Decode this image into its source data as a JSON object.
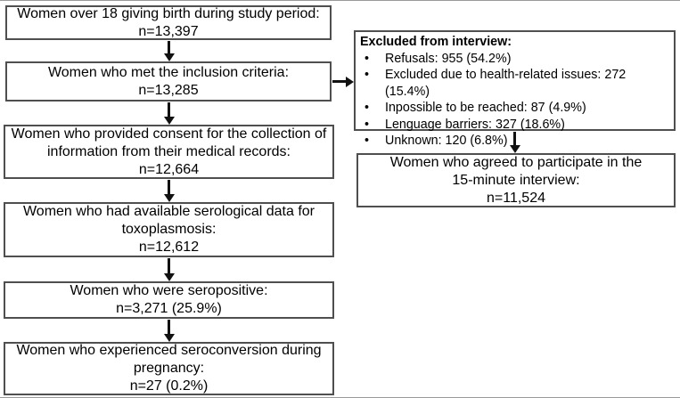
{
  "diagram": {
    "left_boxes": [
      {
        "id": "births",
        "lines": [
          "Women over 18 giving birth during study period:",
          "n=13,397"
        ]
      },
      {
        "id": "inclusion",
        "lines": [
          "Women who met the inclusion criteria:",
          "n=13,285"
        ]
      },
      {
        "id": "consent",
        "lines": [
          "Women who provided consent for the collection of",
          "information from their medical records:",
          "n=12,664"
        ]
      },
      {
        "id": "serology",
        "lines": [
          "Women who had available serological data for",
          "toxoplasmosis:",
          "n=12,612"
        ]
      },
      {
        "id": "seropositive",
        "lines": [
          "Women who were seropositive:",
          "n=3,271 (25.9%)"
        ]
      },
      {
        "id": "seroconversion",
        "lines": [
          "Women who experienced seroconversion during",
          "pregnancy:",
          "n=27 (0.2%)"
        ]
      }
    ],
    "excluded_box": {
      "title": "Excluded from interview:",
      "items": [
        "Refusals: 955 (54.2%)",
        "Excluded due to health-related issues: 272 (15.4%)",
        "Inpossible to be reached: 87 (4.9%)",
        "Lenguage barriers: 327 (18.6%)",
        "Unknown: 120 (6.8%)"
      ]
    },
    "interview_box": {
      "lines": [
        "Women who agreed to participate in the",
        "15-minute interview:",
        "n=11,524"
      ]
    },
    "colors": {
      "box_border": "#4f4f4f",
      "arrow": "#111111",
      "text": "#000000",
      "background": "#ffffff"
    }
  }
}
